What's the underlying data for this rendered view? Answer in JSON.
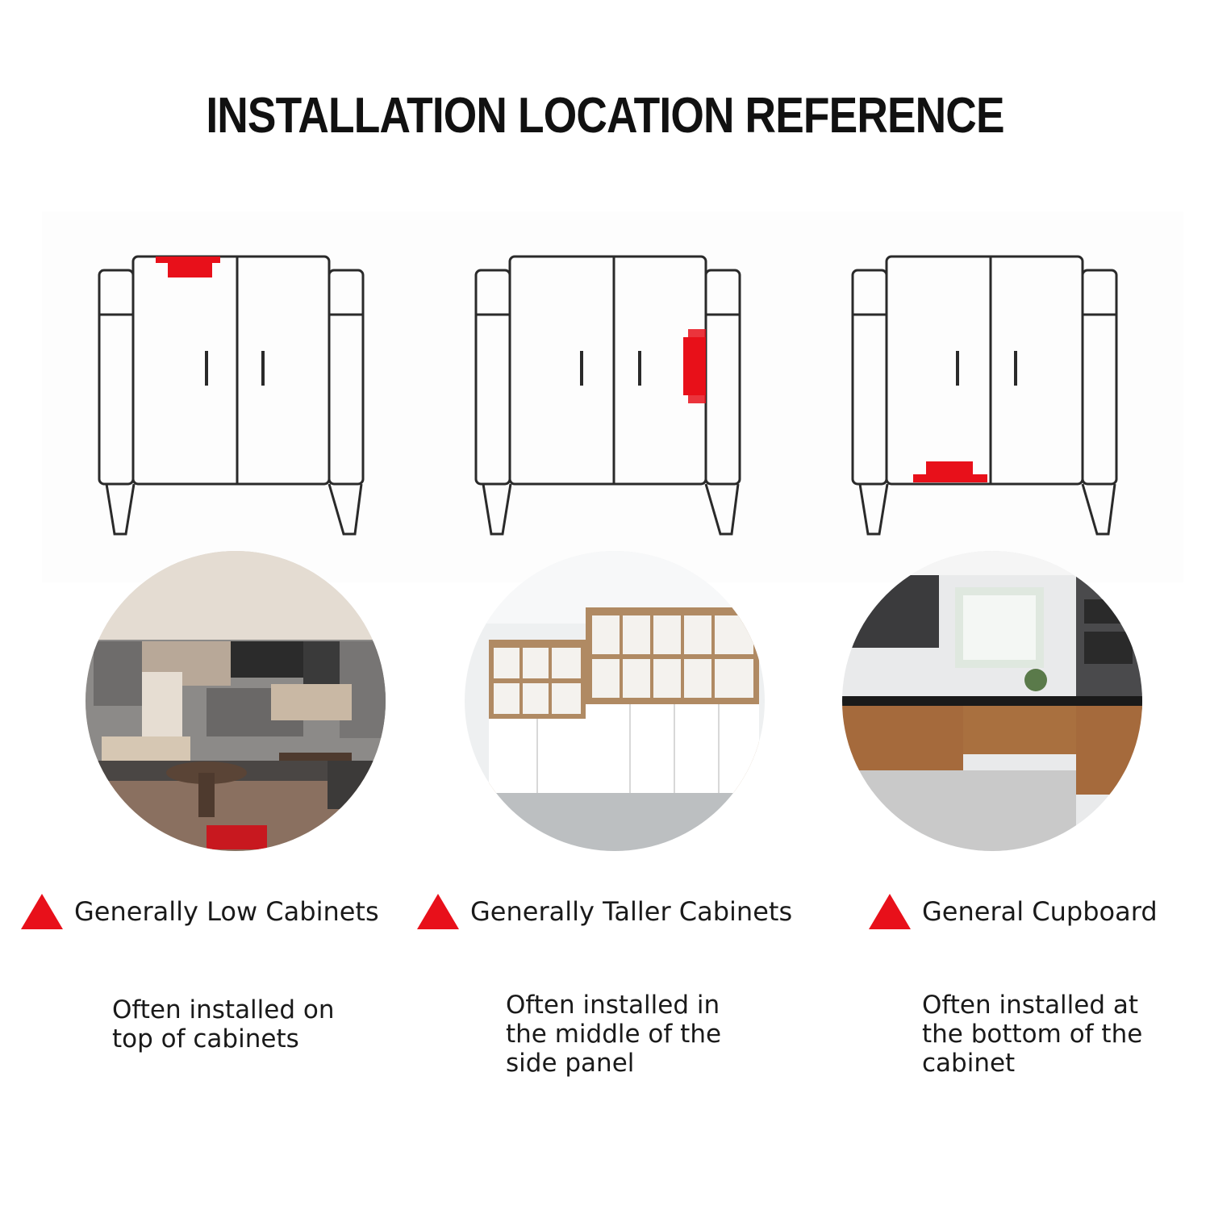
{
  "title": "INSTALLATION LOCATION REFERENCE",
  "colors": {
    "accent": "#e8101a",
    "text": "#1a1a1a",
    "line": "#2a2a2a"
  },
  "panels": [
    {
      "caption": "Generally Low Cabinets",
      "description": "Often installed on top of cabinets",
      "marker": "top",
      "photo": "living-room-cabinets"
    },
    {
      "caption": "Generally Taller Cabinets",
      "description": "Often installed in the middle of the side panel",
      "marker": "side",
      "photo": "bookshelf-cabinets"
    },
    {
      "caption": "General Cupboard",
      "description": "Often installed at the bottom of the cabinet",
      "marker": "bottom",
      "photo": "kitchen-cupboard"
    }
  ]
}
